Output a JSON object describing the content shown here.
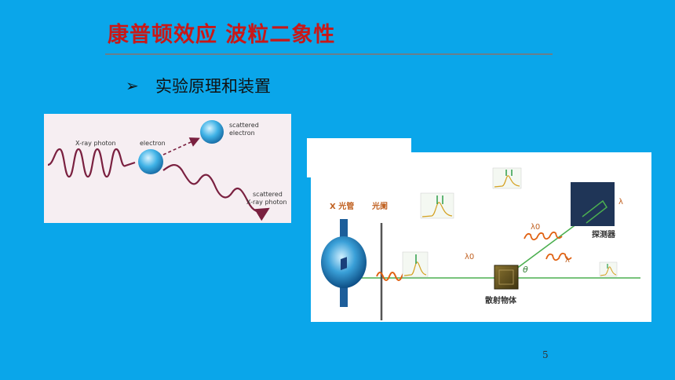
{
  "slide": {
    "title": "康普顿效应  波粒二象性",
    "bullet_text": "实验原理和装置",
    "page_number": "5"
  },
  "left_figure": {
    "labels": {
      "xray_photon": "X-ray photon",
      "electron": "electron",
      "scattered_electron_line1": "scattered",
      "scattered_electron_line2": "electron",
      "scattered_photon_line1": "scattered",
      "scattered_photon_line2": "X-ray photon"
    }
  },
  "right_figure": {
    "labels": {
      "xray_tube": "X 光管",
      "aperture": "光阑",
      "lambda0_incident": "λ0",
      "lambda0_scattered": "λ0",
      "lambda_scattered": "λ",
      "lambda_detector": "λ",
      "theta": "θ",
      "detector": "探测器",
      "scatterer": "散射物体"
    }
  },
  "colors": {
    "background": "#0aa6ea",
    "title": "#c81818",
    "wave": "#7a2040",
    "wave_orange": "#e06010",
    "beam": "#4caf50",
    "detector_box": "#1f3557",
    "scatterer_box": "#5a4a1c"
  }
}
